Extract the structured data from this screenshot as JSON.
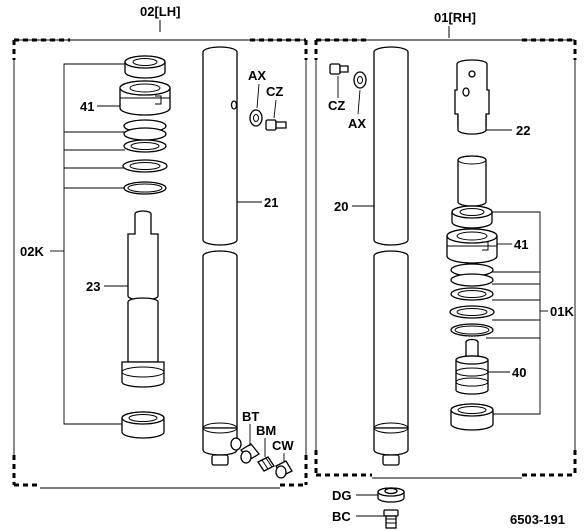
{
  "diagram_id": "6503-191",
  "groups": {
    "left": {
      "header": "02[LH]",
      "kit_label": "02K"
    },
    "right": {
      "header": "01[RH]",
      "kit_label": "01K"
    }
  },
  "callouts": {
    "left_seal_41": "41",
    "left_inner_tube_23": "23",
    "left_outer_tube_21": "21",
    "left_ax": "AX",
    "left_cz": "CZ",
    "left_bt": "BT",
    "left_bm": "BM",
    "left_cw": "CW",
    "right_cz": "CZ",
    "right_ax": "AX",
    "right_tube_20": "20",
    "right_upper_22": "22",
    "right_seal_41": "41",
    "right_piston_40": "40",
    "right_dg": "DG",
    "right_bc": "BC"
  }
}
